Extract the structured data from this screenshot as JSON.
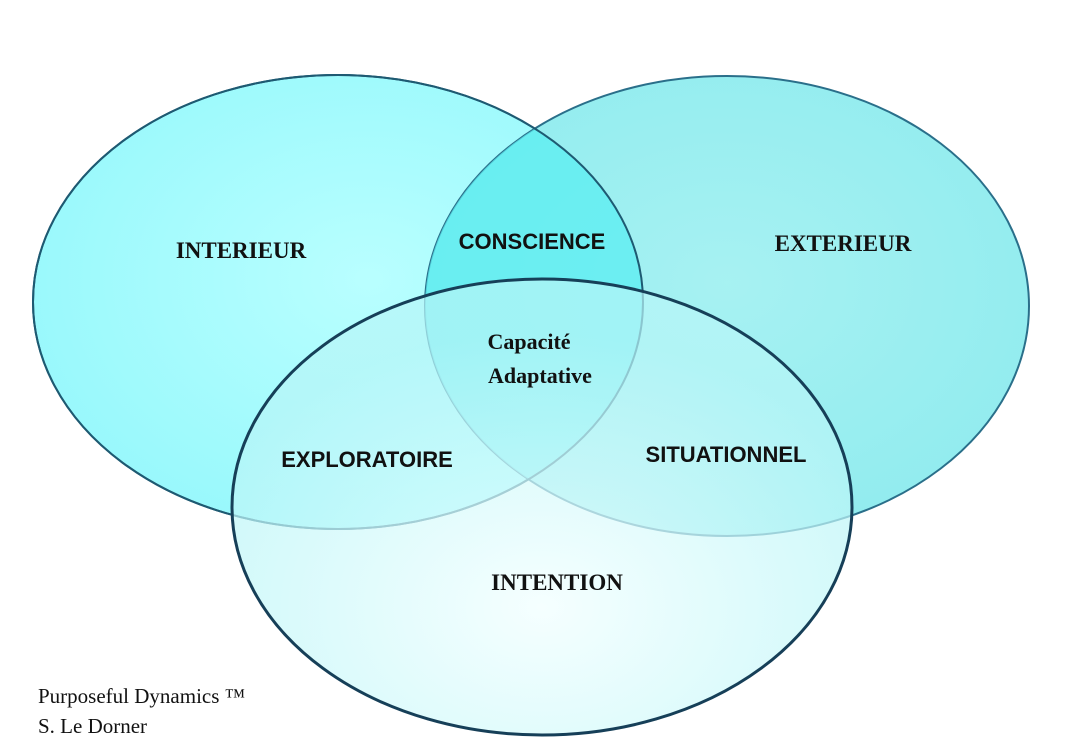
{
  "diagram": {
    "circles": {
      "interieur": {
        "label": "INTERIEUR"
      },
      "exterieur": {
        "label": "EXTERIEUR"
      },
      "intention": {
        "label": "INTENTION"
      }
    },
    "overlaps": {
      "conscience": "CONSCIENCE",
      "exploratoire": "EXPLORATOIRE",
      "situationnel": "SITUATIONNEL"
    },
    "center": {
      "line1": "Capacité",
      "line2": "Adaptative"
    },
    "colors": {
      "circle_fill": "#6ff0f0",
      "circle_stroke": "#1c5870",
      "text": "#111111"
    }
  },
  "credit": {
    "line1": "Purposeful Dynamics ™",
    "line2": "S. Le Dorner"
  }
}
